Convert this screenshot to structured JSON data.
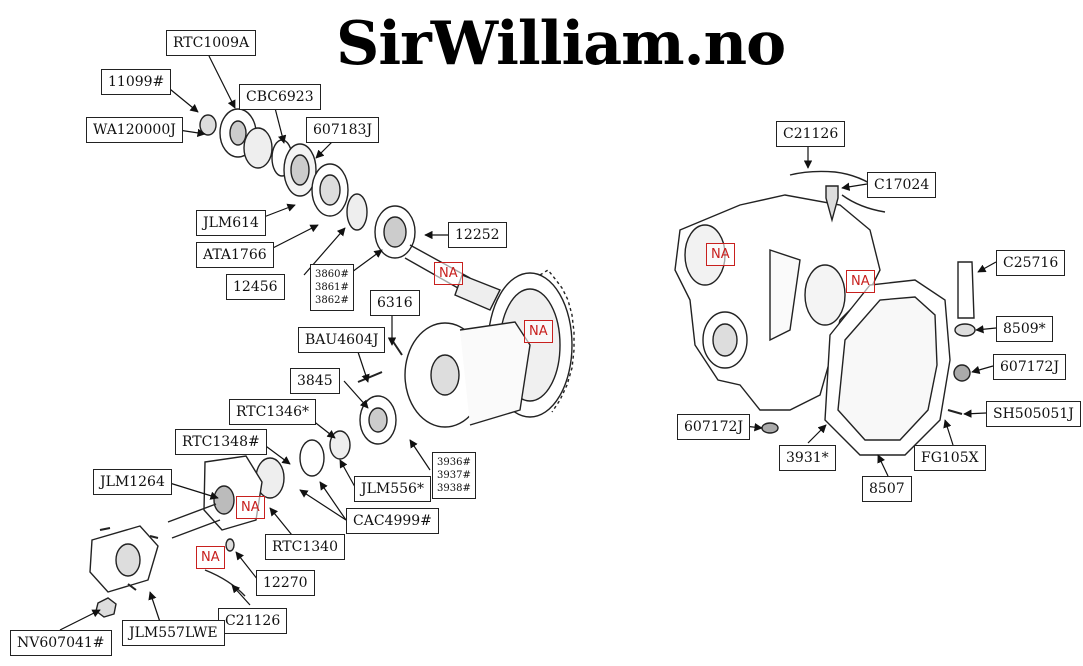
{
  "site_title": "SirWilliam.no",
  "na_text": "NA",
  "colors": {
    "label_border": "#222222",
    "na_red": "#c8201e",
    "line": "#222222"
  },
  "left_assembly": {
    "labels": {
      "rtc1009a": "RTC1009A",
      "n11099": "11099#",
      "cbc6923": "CBC6923",
      "wa120000j": "WA120000J",
      "n607183j": "607183J",
      "jlm614": "JLM614",
      "ata1766": "ATA1766",
      "n12252": "12252",
      "n12456": "12456",
      "stack_3860": [
        "3860#",
        "3861#",
        "3862#"
      ],
      "n6316": "6316",
      "bau4604j": "BAU4604J",
      "n3845": "3845",
      "rtc1346": "RTC1346*",
      "rtc1348": "RTC1348#",
      "jlm1264": "JLM1264",
      "jlm556": "JLM556*",
      "stack_3936": [
        "3936#",
        "3937#",
        "3938#"
      ],
      "cac4999": "CAC4999#",
      "rtc1340": "RTC1340",
      "n12270": "12270",
      "c21126": "C21126",
      "jlm557lwe": "JLM557LWE",
      "nv607041": "NV607041#"
    }
  },
  "right_assembly": {
    "labels": {
      "c21126": "C21126",
      "c17024": "C17024",
      "c25716": "C25716",
      "n8509": "8509*",
      "n607172j_right": "607172J",
      "sh505051j": "SH505051J",
      "n607172j_left": "607172J",
      "n3931": "3931*",
      "fg105x": "FG105X",
      "n8507": "8507"
    }
  }
}
